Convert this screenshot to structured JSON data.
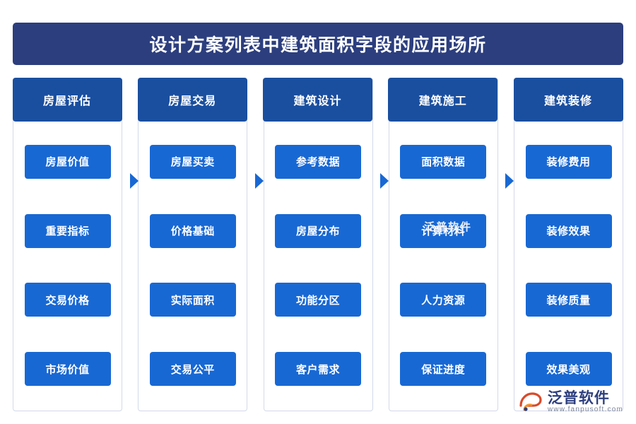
{
  "title": {
    "text": "设计方案列表中建筑面积字段的应用场所"
  },
  "colors": {
    "banner": "#2c3e7e",
    "column_header": "#1a4fa0",
    "item": "#1868d4",
    "border": "#d2d9e8"
  },
  "columns": [
    {
      "header": "房屋评估",
      "items": [
        "房屋价值",
        "重要指标",
        "交易价格",
        "市场价值"
      ]
    },
    {
      "header": "房屋交易",
      "items": [
        "房屋买卖",
        "价格基础",
        "实际面积",
        "交易公平"
      ]
    },
    {
      "header": "建筑设计",
      "items": [
        "参考数据",
        "房屋分布",
        "功能分区",
        "客户需求"
      ]
    },
    {
      "header": "建筑施工",
      "items": [
        "面积数据",
        "计算材料",
        "人力资源",
        "保证进度"
      ]
    },
    {
      "header": "建筑装修",
      "items": [
        "装修费用",
        "装修效果",
        "装修质量",
        "效果美观"
      ]
    }
  ],
  "watermark": {
    "center": "泛普软件"
  },
  "logo": {
    "cn": "泛普软件",
    "en": "www.fanpusoft.com"
  }
}
